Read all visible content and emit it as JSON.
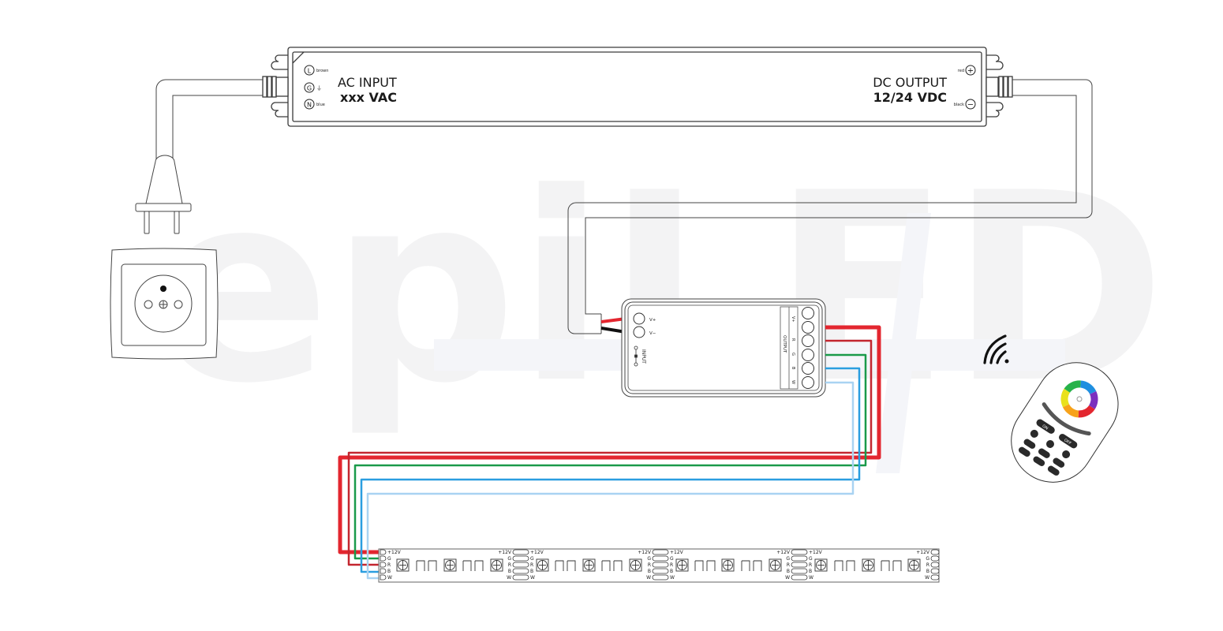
{
  "watermark": {
    "text": "epiLED",
    "color": "#f3f3f4"
  },
  "colors": {
    "outline": "#3a3a3a",
    "wire_red_thick": "#e3262f",
    "wire_red": "#c3262f",
    "wire_green": "#1a9a4a",
    "wire_blue": "#2a9ee0",
    "wire_white": "#a9d3f2",
    "wire_black": "#111111"
  },
  "power_supply": {
    "input_title": "AC INPUT",
    "input_voltage": "xxx VAC",
    "output_title": "DC OUTPUT",
    "output_voltage": "12/24 VDC",
    "terminals_in": [
      {
        "symbol": "L",
        "label": "brown"
      },
      {
        "symbol": "G",
        "label": "⏚"
      },
      {
        "symbol": "N",
        "label": "blue"
      }
    ],
    "terminals_out": [
      {
        "symbol": "+",
        "label": "red"
      },
      {
        "symbol": "−",
        "label": "black"
      }
    ]
  },
  "controller": {
    "input_label": "INPUT",
    "input_pins": [
      "V+",
      "V−"
    ],
    "output_label": "OUTPUT",
    "output_pins": [
      "V+",
      "R",
      "G",
      "B",
      "W"
    ]
  },
  "led_strip": {
    "pad_labels": [
      "+12V",
      "G",
      "R",
      "B",
      "W"
    ],
    "segments": 4
  },
  "remote": {
    "on_label": "ON",
    "off_label": "OFF",
    "icon": "wireless-signal-icon"
  },
  "socket": {
    "type": "type-e-outlet"
  },
  "plug": {
    "type": "two-pin-plug"
  }
}
